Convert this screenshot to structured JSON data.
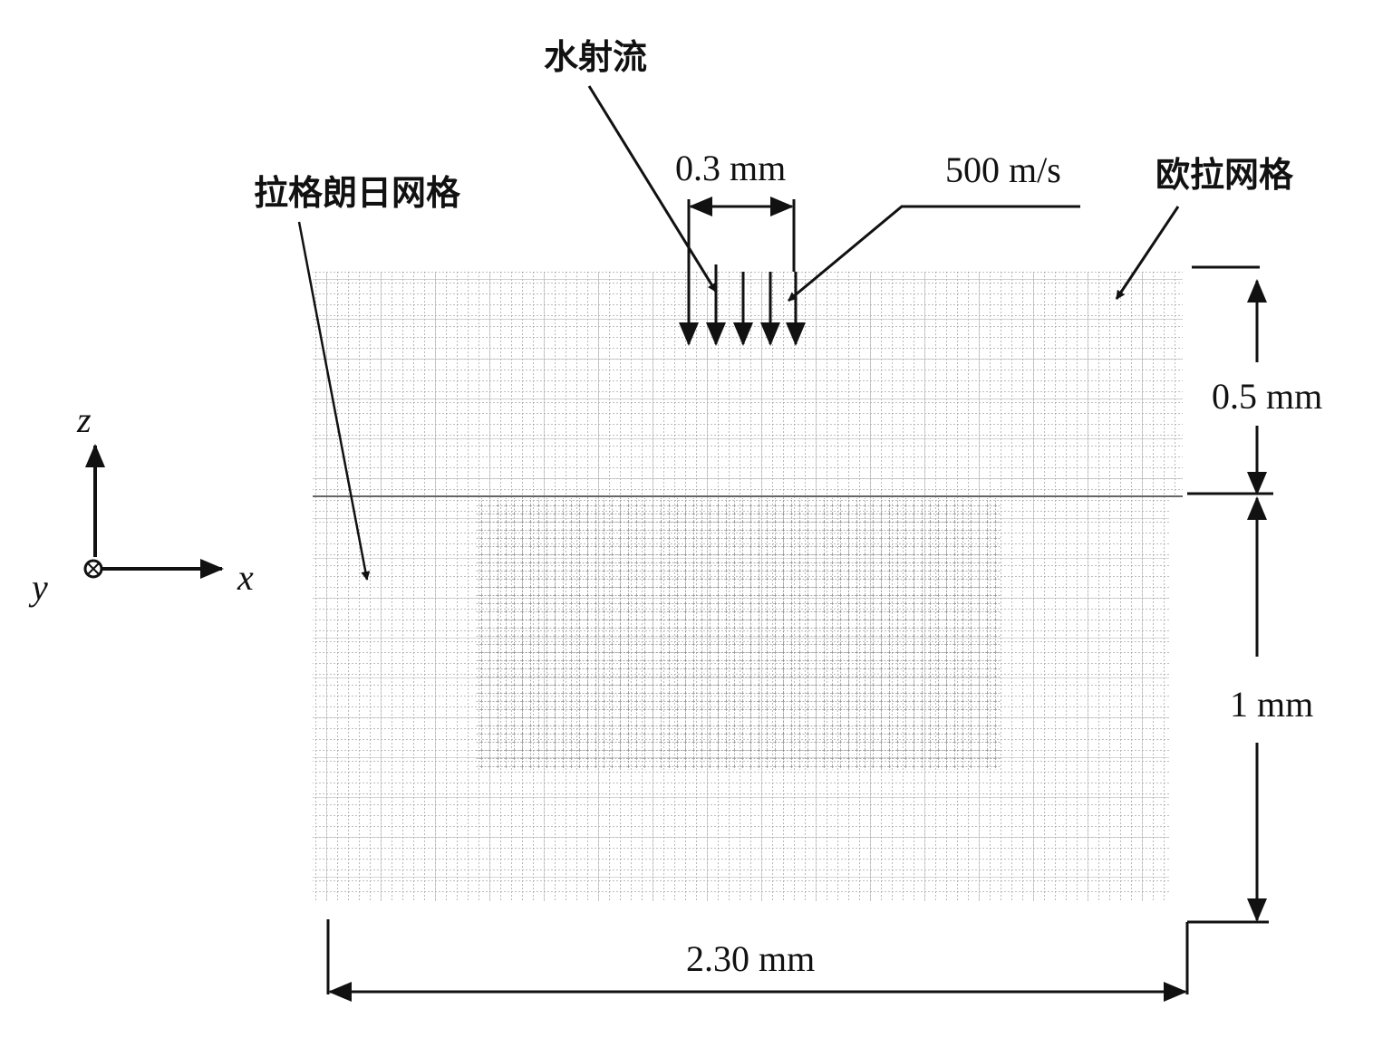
{
  "labels": {
    "water_jet": "水射流",
    "lagrange_mesh": "拉格朗日网格",
    "euler_mesh": "欧拉网格",
    "jet_width": "0.3 mm",
    "jet_velocity": "500 m/s",
    "euler_height": "0.5 mm",
    "lagrange_height": "1 mm",
    "total_width": "2.30 mm"
  },
  "axes": {
    "z": "z",
    "x": "x",
    "y": "y"
  },
  "colors": {
    "line": "#111111",
    "grid": "#9a9a9a",
    "grid_dense": "#777777"
  }
}
